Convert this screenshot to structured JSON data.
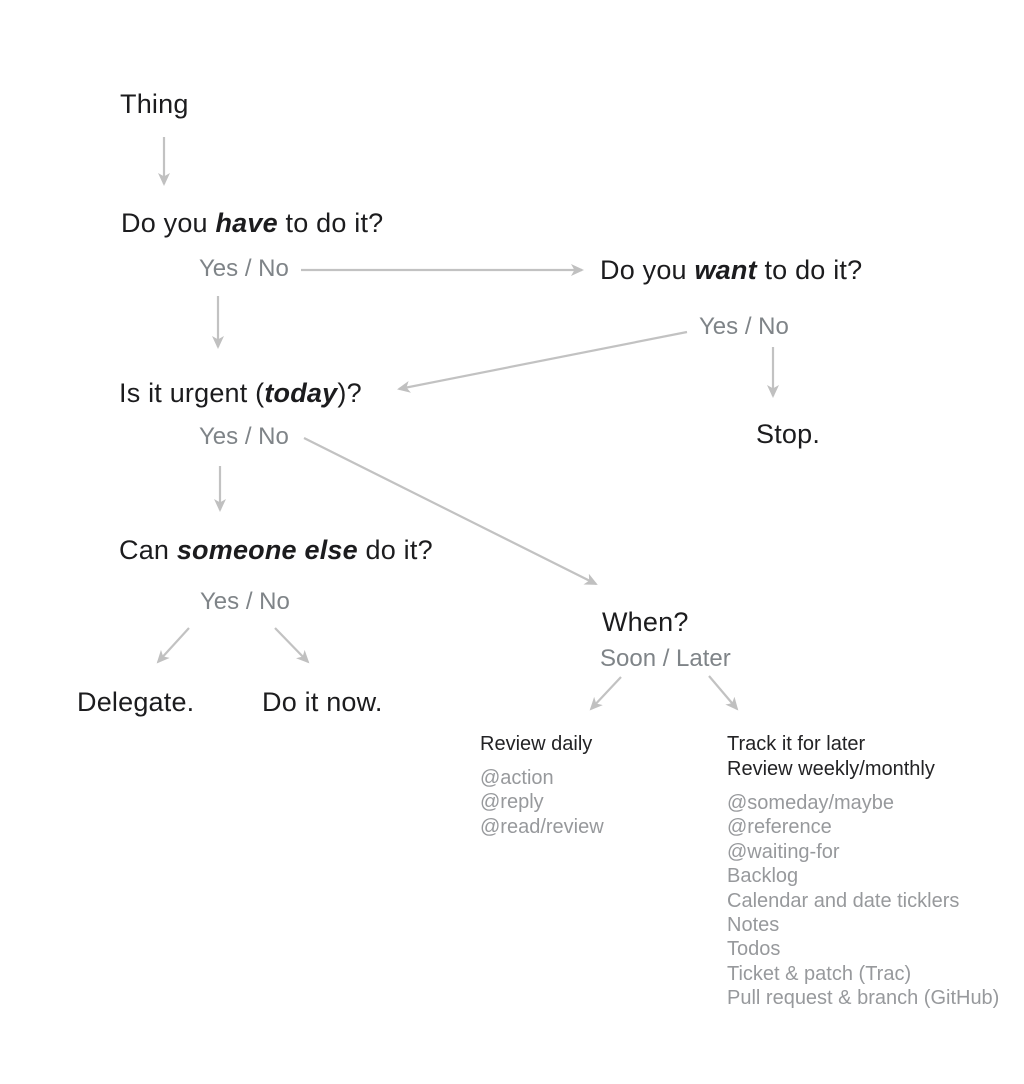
{
  "palette": {
    "background": "#ffffff",
    "text_dark": "#1c1c1e",
    "text_gray_label": "#7f8488",
    "text_gray_list": "#97999c",
    "arrow": "#c2c2c2"
  },
  "nodes": {
    "thing": "Thing",
    "yes_no": "Yes / No",
    "q_have": {
      "pre": "Do you ",
      "em": "have",
      "post": " to do it?"
    },
    "q_want": {
      "pre": "Do you ",
      "em": "want",
      "post": " to do it?"
    },
    "stop": "Stop.",
    "q_urgent": {
      "pre": "Is it urgent (",
      "em": "today",
      "post": ")?"
    },
    "q_someone": {
      "pre": "Can ",
      "em": "someone else",
      "post": " do it?"
    },
    "delegate": "Delegate.",
    "do_it_now": "Do it now.",
    "when": "When?",
    "soon_later": "Soon / Later",
    "review_daily": {
      "title": "Review daily",
      "items": [
        "@action",
        "@reply",
        "@read/review"
      ]
    },
    "track_later": {
      "title_line1": "Track it for later",
      "title_line2": "Review weekly/monthly",
      "items": [
        "@someday/maybe",
        "@reference",
        "@waiting-for",
        "Backlog",
        "Calendar and date ticklers",
        "Notes",
        "Todos",
        "Ticket & patch (Trac)",
        "Pull request & branch (GitHub)"
      ]
    }
  }
}
